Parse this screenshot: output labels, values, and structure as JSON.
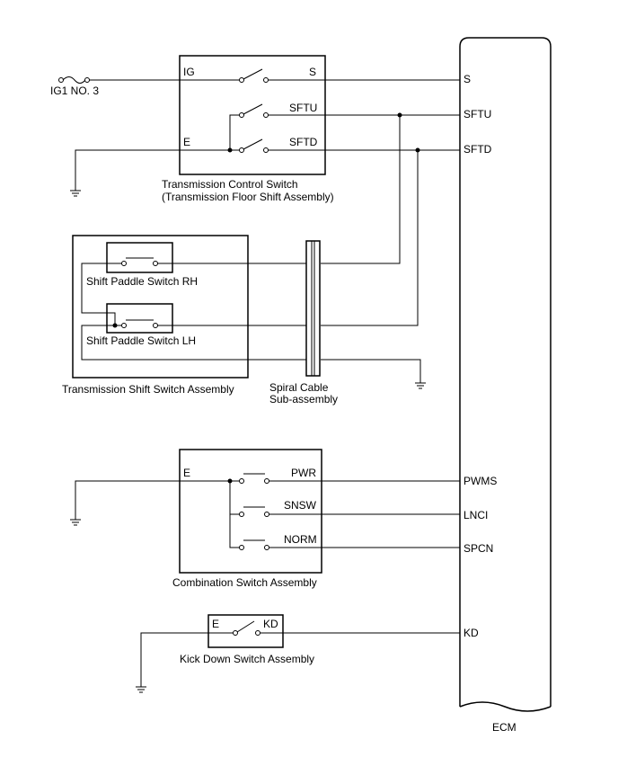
{
  "fuse": {
    "label": "IG1 NO. 3"
  },
  "ecm": {
    "label": "ECM",
    "pins": [
      "S",
      "SFTU",
      "SFTD",
      "PWMS",
      "LNCI",
      "SPCN",
      "KD"
    ]
  },
  "transmission_control_switch": {
    "title_line1": "Transmission Control Switch",
    "title_line2": "(Transmission Floor Shift Assembly)",
    "terminals": {
      "ig": "IG",
      "s": "S",
      "sftu": "SFTU",
      "e": "E",
      "sftd": "SFTD"
    }
  },
  "shift_switch_assembly": {
    "title": "Transmission Shift Switch Assembly",
    "rh_label": "Shift Paddle Switch RH",
    "lh_label": "Shift Paddle Switch LH"
  },
  "spiral_cable": {
    "line1": "Spiral Cable",
    "line2": "Sub-assembly"
  },
  "combination_switch": {
    "title": "Combination Switch Assembly",
    "terminals": {
      "e": "E",
      "pwr": "PWR",
      "snsw": "SNSW",
      "norm": "NORM"
    }
  },
  "kick_down_switch": {
    "title": "Kick Down Switch Assembly",
    "terminals": {
      "e": "E",
      "kd": "KD"
    }
  }
}
